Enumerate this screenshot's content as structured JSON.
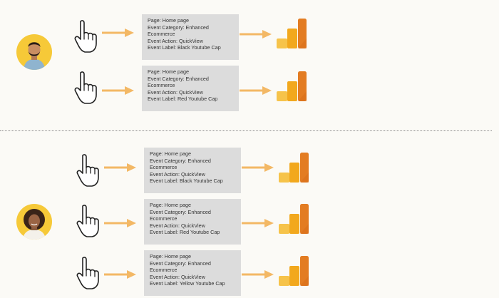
{
  "colors": {
    "background": "#fbfaf6",
    "arrow": "#f3b865",
    "event_box": "#dcdcdc",
    "ga_dark": "#e37c22",
    "ga_mid": "#f2a81d",
    "ga_light": "#f6c34a",
    "avatar_bg": "#f6c938"
  },
  "icons": {
    "pointer": "hand-pointer-icon",
    "arrow": "arrow-right-icon",
    "analytics": "google-analytics-icon"
  },
  "users": [
    {
      "avatar": "avatar-man",
      "events": [
        {
          "page": "Page: Home page",
          "category_1": "Event Category: Enhanced",
          "category_2": "Ecommerce",
          "action": "Event Action: QuickView",
          "label": "Event Label: Black Youtube Cap"
        },
        {
          "page": "Page: Home page",
          "category_1": "Event Category: Enhanced",
          "category_2": "Ecommerce",
          "action": "Event Action: QuickView",
          "label": "Event Label: Red Youtube Cap"
        }
      ]
    },
    {
      "avatar": "avatar-woman",
      "events": [
        {
          "page": "Page: Home page",
          "category_1": "Event Category: Enhanced",
          "category_2": "Ecommerce",
          "action": "Event Action: QuickView",
          "label": "Event Label: Black Youtube Cap"
        },
        {
          "page": "Page: Home page",
          "category_1": "Event Category: Enhanced",
          "category_2": "Ecommerce",
          "action": "Event Action: QuickView",
          "label": "Event Label: Red Youtube Cap"
        },
        {
          "page": "Page: Home page",
          "category_1": "Event Category: Enhanced",
          "category_2": "Ecommerce",
          "action": "Event Action: QuickView",
          "label": "Event Label: Yellow Youtube Cap"
        }
      ]
    }
  ]
}
